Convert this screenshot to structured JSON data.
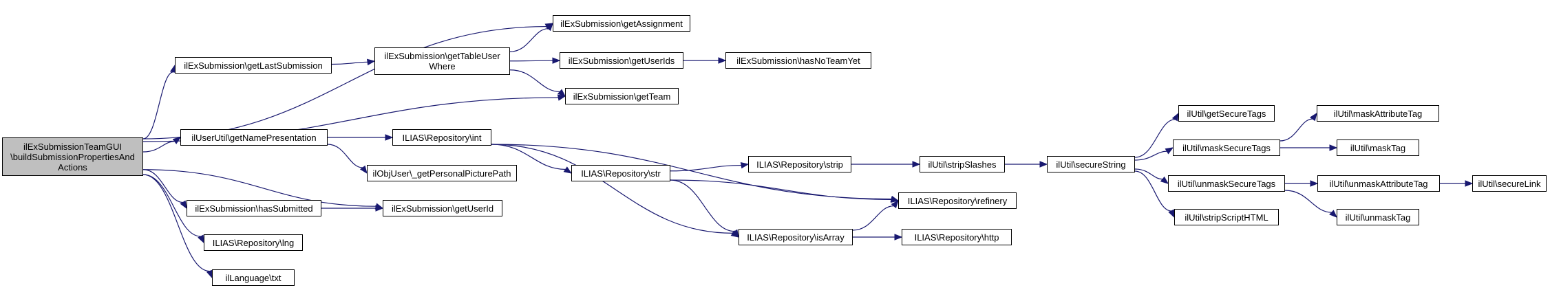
{
  "colors": {
    "edge": "#191970",
    "root_fill": "#bfbfbf",
    "node_fill": "#ffffff",
    "border": "#000000"
  },
  "nodes": {
    "root": "ilExSubmissionTeamGUI\n\\buildSubmissionPropertiesAnd\nActions",
    "getAssignment": "ilExSubmission\\getAssignment",
    "getLastSubmission": "ilExSubmission\\getLastSubmission",
    "getTableUserWhere": "ilExSubmission\\getTableUser\nWhere",
    "getUserIds": "ilExSubmission\\getUserIds",
    "hasNoTeamYet": "ilExSubmission\\hasNoTeamYet",
    "getTeam": "ilExSubmission\\getTeam",
    "getNamePresentation": "ilUserUtil\\getNamePresentation",
    "repoInt": "ILIAS\\Repository\\int",
    "getPersonalPicturePath": "ilObjUser\\_getPersonalPicturePath",
    "repoStr": "ILIAS\\Repository\\str",
    "repoStrip": "ILIAS\\Repository\\strip",
    "stripSlashes": "ilUtil\\stripSlashes",
    "secureString": "ilUtil\\secureString",
    "getSecureTags": "ilUtil\\getSecureTags",
    "maskSecureTags": "ilUtil\\maskSecureTags",
    "maskAttributeTag": "ilUtil\\maskAttributeTag",
    "maskTag": "ilUtil\\maskTag",
    "unmaskSecureTags": "ilUtil\\unmaskSecureTags",
    "unmaskAttributeTag": "ilUtil\\unmaskAttributeTag",
    "secureLink": "ilUtil\\secureLink",
    "stripScriptHTML": "ilUtil\\stripScriptHTML",
    "unmaskTag": "ilUtil\\unmaskTag",
    "refinery": "ILIAS\\Repository\\refinery",
    "hasSubmitted": "ilExSubmission\\hasSubmitted",
    "getUserId": "ilExSubmission\\getUserId",
    "isArray": "ILIAS\\Repository\\isArray",
    "http": "ILIAS\\Repository\\http",
    "lng": "ILIAS\\Repository\\lng",
    "txt": "ilLanguage\\txt"
  },
  "edges": [
    [
      "root",
      "getAssignment"
    ],
    [
      "root",
      "getLastSubmission"
    ],
    [
      "root",
      "getTeam"
    ],
    [
      "root",
      "getNamePresentation"
    ],
    [
      "root",
      "hasSubmitted"
    ],
    [
      "root",
      "getUserId"
    ],
    [
      "root",
      "lng"
    ],
    [
      "root",
      "txt"
    ],
    [
      "getLastSubmission",
      "getTableUserWhere"
    ],
    [
      "getTableUserWhere",
      "getAssignment"
    ],
    [
      "getTableUserWhere",
      "getUserIds"
    ],
    [
      "getTableUserWhere",
      "getTeam"
    ],
    [
      "getUserIds",
      "hasNoTeamYet"
    ],
    [
      "getNamePresentation",
      "repoInt"
    ],
    [
      "getNamePresentation",
      "getPersonalPicturePath"
    ],
    [
      "repoInt",
      "repoStr"
    ],
    [
      "repoInt",
      "refinery"
    ],
    [
      "repoInt",
      "isArray"
    ],
    [
      "repoStr",
      "repoStrip"
    ],
    [
      "repoStr",
      "refinery"
    ],
    [
      "repoStr",
      "isArray"
    ],
    [
      "repoStrip",
      "stripSlashes"
    ],
    [
      "stripSlashes",
      "secureString"
    ],
    [
      "secureString",
      "getSecureTags"
    ],
    [
      "secureString",
      "maskSecureTags"
    ],
    [
      "secureString",
      "unmaskSecureTags"
    ],
    [
      "secureString",
      "stripScriptHTML"
    ],
    [
      "maskSecureTags",
      "maskAttributeTag"
    ],
    [
      "maskSecureTags",
      "maskTag"
    ],
    [
      "unmaskSecureTags",
      "unmaskAttributeTag"
    ],
    [
      "unmaskSecureTags",
      "unmaskTag"
    ],
    [
      "unmaskAttributeTag",
      "secureLink"
    ],
    [
      "hasSubmitted",
      "getUserId"
    ],
    [
      "isArray",
      "refinery"
    ],
    [
      "isArray",
      "http"
    ]
  ]
}
